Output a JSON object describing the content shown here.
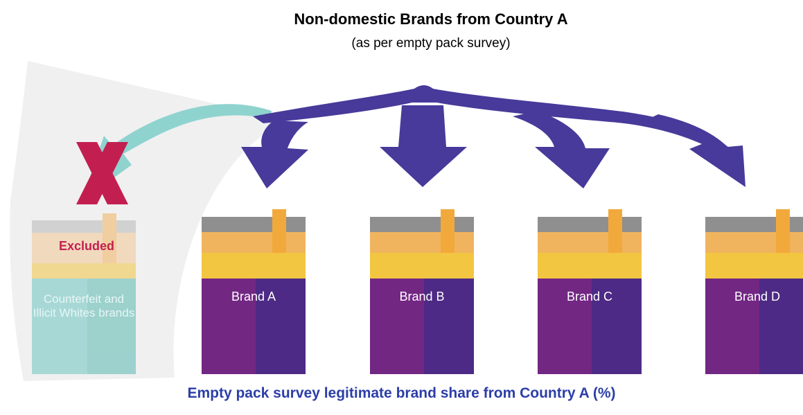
{
  "title": "Non-domestic Brands from Country A",
  "subtitle": "(as per empty pack survey)",
  "footer": "Empty pack survey legitimate brand share from Country A (%)",
  "excluded_pack": {
    "mark": "X",
    "status": "Excluded",
    "label": "Counterfeit and Illicit Whites brands"
  },
  "brands": [
    {
      "label": "Brand A"
    },
    {
      "label": "Brand B"
    },
    {
      "label": "Brand C"
    },
    {
      "label": "Brand D"
    }
  ],
  "colors": {
    "arrow": "#473a9a",
    "excluded_arrow": "#8fd3cf",
    "pack_body_left": "#722783",
    "pack_body_right": "#4d2a85",
    "pack_lid": "#f3c642",
    "cigarette": "#f0b45e",
    "cross": "#c21f50",
    "footer_text": "#2b3ea8"
  }
}
